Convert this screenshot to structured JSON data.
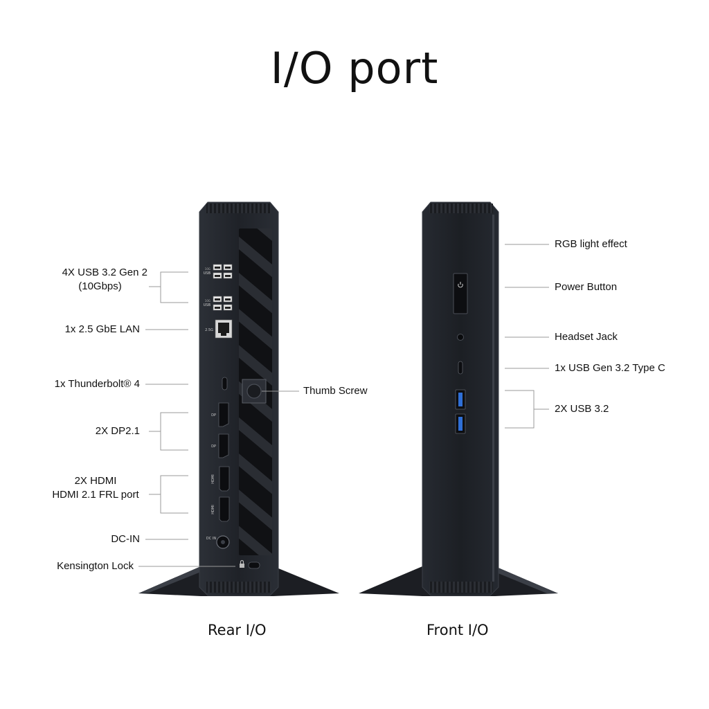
{
  "title": "I/O port",
  "rear": {
    "caption": "Rear I/O",
    "port_markings": {
      "usb_top": [
        "10G",
        "USB"
      ],
      "usb_bottom": [
        "10G",
        "USB"
      ],
      "lan": "2.5G",
      "dp_upper": "DP",
      "dp_lower": "DP",
      "hdmi_upper": "HDMI",
      "hdmi_lower": "HDMI",
      "dc_in": "DC IN"
    },
    "callouts": {
      "usb": [
        "4X USB 3.2 Gen 2",
        "(10Gbps)"
      ],
      "lan": "1x 2.5 GbE LAN",
      "thunderbolt": "1x Thunderbolt® 4",
      "dp": "2X DP2.1",
      "hdmi": [
        "2X HDMI",
        "HDMI 2.1 FRL port"
      ],
      "dc_in": "DC-IN",
      "kensington": "Kensington Lock",
      "thumb_screw": "Thumb Screw"
    }
  },
  "front": {
    "caption": "Front I/O",
    "callouts": {
      "rgb": "RGB light effect",
      "power": "Power Button",
      "headset": "Headset Jack",
      "usb_c": "1x USB Gen 3.2 Type C",
      "usb": "2X USB 3.2"
    }
  },
  "colors": {
    "device_body": "#22252b",
    "device_edge": "#3a3e46",
    "port_black": "#0c0d10",
    "usb_blue": "#2f6fd6",
    "leader_line": "#999999"
  }
}
